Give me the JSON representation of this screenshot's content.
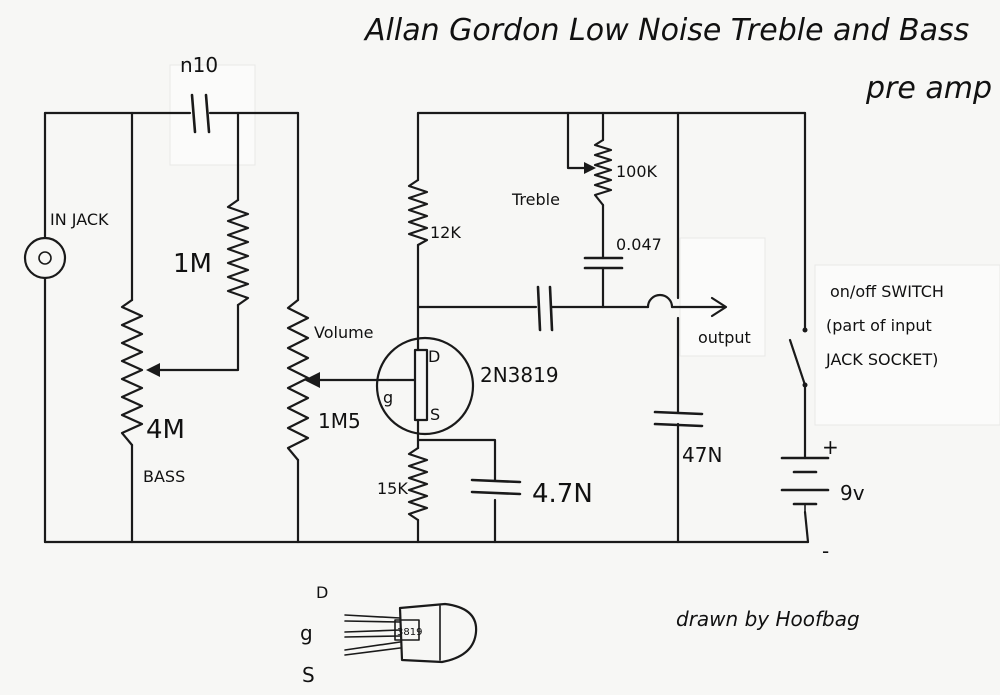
{
  "title_line1": "Allan Gordon Low Noise Treble and Bass",
  "title_line2": "pre amp",
  "labels": {
    "cap_n10": "n10",
    "in_jack": "IN JACK",
    "res_1m": "1M",
    "pot_4m": "4M",
    "bass": "BASS",
    "volume": "Volume",
    "pot_1m5": "1M5",
    "res_12k": "12K",
    "treble": "Treble",
    "pot_100k": "100K",
    "cap_0047": "0.047",
    "output": "output",
    "switch_line1": "on/off SWITCH",
    "switch_line2": "(part of input",
    "switch_line3": "JACK SOCKET)",
    "transistor": "2N3819",
    "pin_d": "D",
    "pin_g": "g",
    "pin_s": "S",
    "res_15k": "15K",
    "cap_47n_source": "4.7N",
    "cap_47n_output": "47N",
    "batt_plus": "+",
    "batt_minus": "-",
    "batt_9v": "9v",
    "pinout_d": "D",
    "pinout_g": "g",
    "pinout_s": "S",
    "pinout_body": "3819",
    "credit": "drawn by Hoofbag"
  }
}
